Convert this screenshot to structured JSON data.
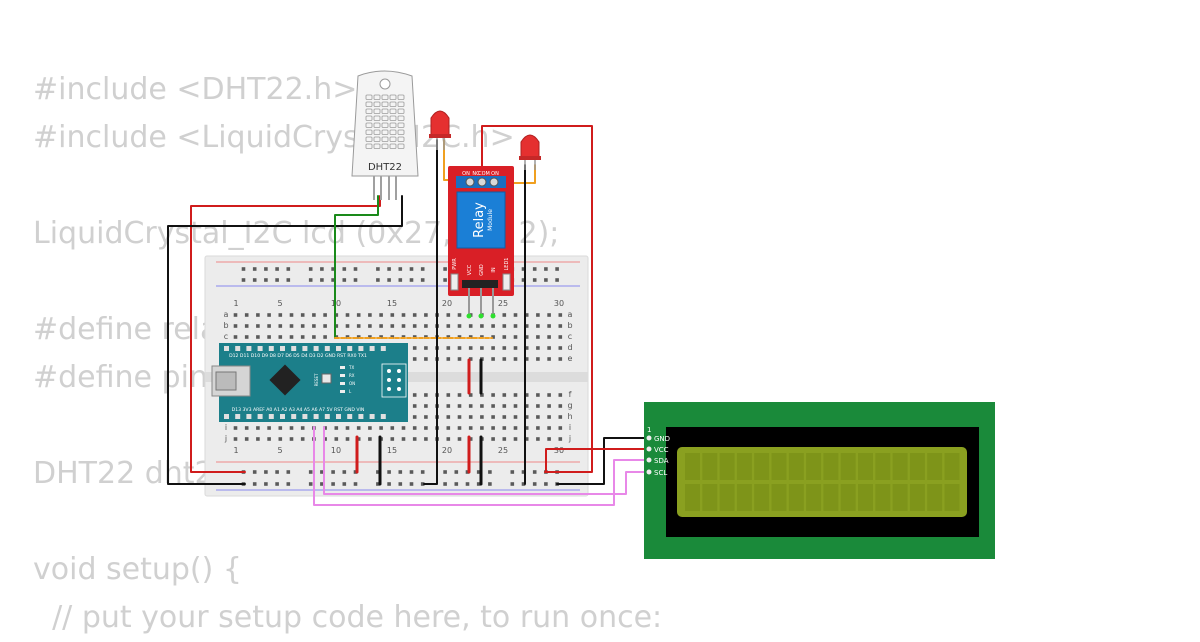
{
  "background_code": [
    "#include <DHT22.h>",
    "#include <LiquidCrystal_I2C.h>",
    "",
    "LiquidCrystal_I2C lcd (0x27, 16, 2);",
    "",
    "#define relay 8",
    "#define pin 2",
    "",
    "DHT22 dht22(pin);",
    "",
    "void setup() {",
    "  // put your setup code here, to run once:"
  ],
  "dht22": {
    "label": "DHT22"
  },
  "relay": {
    "title": "Relay",
    "subtitle": "Module",
    "terminal_labels": [
      "ON",
      "NC",
      "COM",
      "ON"
    ],
    "pin_labels": [
      "VCC",
      "GND",
      "IN"
    ],
    "led_labels": [
      "PWR",
      "LED1"
    ]
  },
  "breadboard": {
    "top_numbers": [
      "1",
      "5",
      "10",
      "15",
      "20",
      "25",
      "30"
    ],
    "bottom_numbers": [
      "1",
      "5",
      "10",
      "15",
      "20",
      "25",
      "30"
    ],
    "rows_top": [
      "a",
      "b",
      "c",
      "d",
      "e"
    ],
    "rows_bottom": [
      "f",
      "g",
      "h",
      "i",
      "j"
    ]
  },
  "arduino": {
    "top_pins": "D12 D11 D10 D9 D8 D7 D6 D5 D4 D3 D2 GND RST RX0 TX1",
    "bottom_pins": "D13 3V3 AREF A0 A1 A2 A3 A4 A5 A6 A7 5V RST GND VIN",
    "reset_label": "RESET",
    "led_labels": [
      "TX",
      "RX",
      "ON",
      "L"
    ]
  },
  "lcd": {
    "marker": "1",
    "pins": [
      "GND",
      "VCC",
      "SDA",
      "SCL"
    ]
  },
  "colors": {
    "wire_red": "#d01c1c",
    "wire_black": "#111111",
    "wire_green": "#1a8a1a",
    "wire_orange": "#f0a020",
    "wire_pink": "#e888e8",
    "relay_board": "#d91f26",
    "relay_blue": "#1b7fd6",
    "arduino_board": "#1c7f8a",
    "lcd_board": "#1a8a3a",
    "lcd_screen": "#8aa020",
    "led_red": "#e53030"
  }
}
